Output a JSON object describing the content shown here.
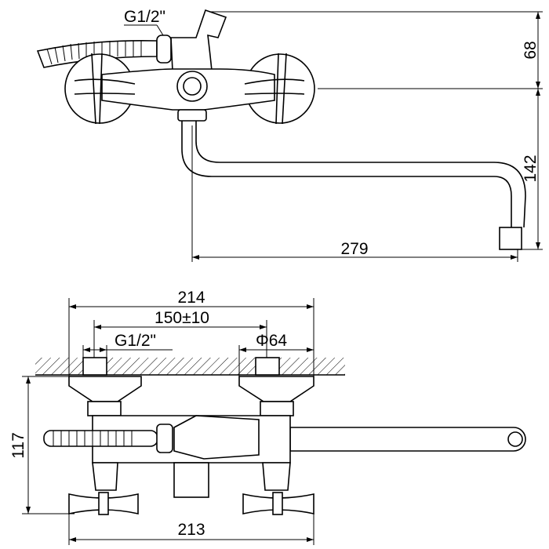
{
  "front_view": {
    "thread_label": "G1/2\"",
    "dim_height_upper": "68",
    "dim_height_spout": "142",
    "dim_spout_reach": "279"
  },
  "top_view": {
    "dim_overall_width": "214",
    "dim_center_distance": "150±10",
    "thread_label": "G1/2\"",
    "dim_escutcheon_diameter": "Φ64",
    "dim_depth": "117",
    "dim_handles_width": "213"
  }
}
